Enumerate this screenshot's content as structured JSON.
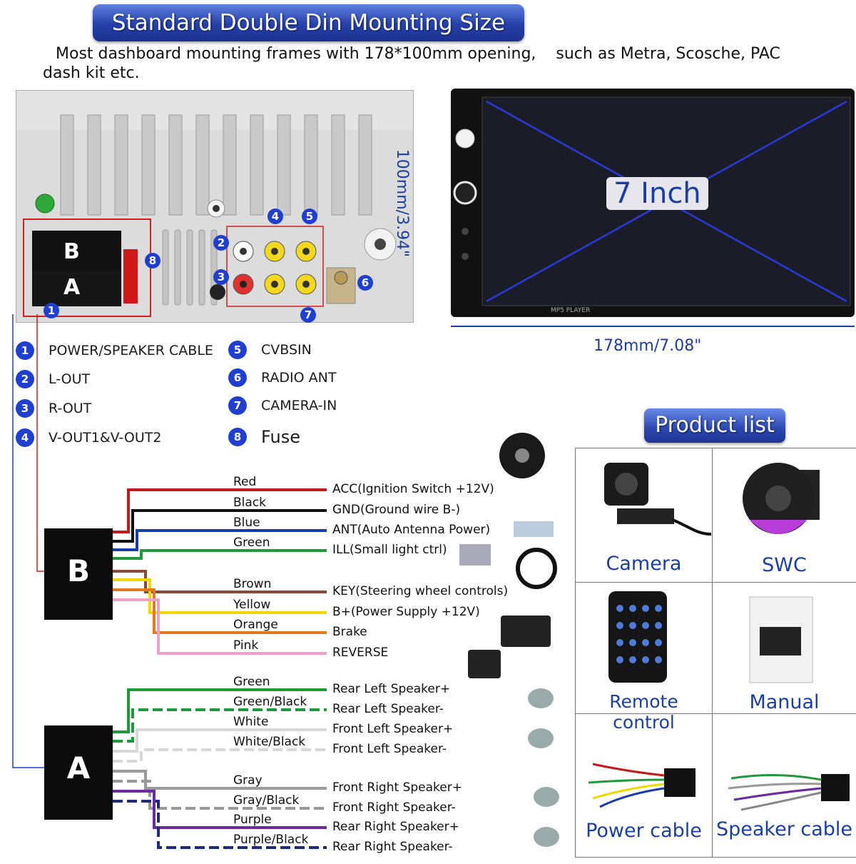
{
  "header": {
    "title": "Standard Double Din Mounting Size",
    "subtitle_line1": "Most dashboard mounting frames with 178*100mm opening,    such as Metra, Scosche, PAC",
    "subtitle_line2": "dash kit etc."
  },
  "panel": {
    "port_b": "B",
    "port_a": "A",
    "markers": [
      "1",
      "2",
      "3",
      "4",
      "5",
      "6",
      "7",
      "8"
    ]
  },
  "screen": {
    "size_label": "7 Inch",
    "height_label": "100mm/3.94\"",
    "width_label": "178mm/7.08\"",
    "bottom_text": "MP5 PLAYER"
  },
  "legend": [
    {
      "num": "1",
      "label": "POWER/SPEAKER CABLE"
    },
    {
      "num": "2",
      "label": "L-OUT"
    },
    {
      "num": "3",
      "label": "R-OUT"
    },
    {
      "num": "4",
      "label": "V-OUT1&V-OUT2"
    },
    {
      "num": "5",
      "label": "CVBSIN"
    },
    {
      "num": "6",
      "label": "RADIO ANT"
    },
    {
      "num": "7",
      "label": "CAMERA-IN"
    },
    {
      "num": "8",
      "label": "Fuse"
    }
  ],
  "wiring": {
    "connector_b": "B",
    "connector_a": "A",
    "b_wires": [
      {
        "color": "Red",
        "function": "ACC(Ignition Switch +12V)",
        "hex": "#c21a1a"
      },
      {
        "color": "Black",
        "function": "GND(Ground wire B-)",
        "hex": "#111111"
      },
      {
        "color": "Blue",
        "function": "ANT(Auto Antenna Power)",
        "hex": "#1a3aa8"
      },
      {
        "color": "Green",
        "function": "ILL(Small light ctrl)",
        "hex": "#1f9a3a"
      },
      {
        "color": "Brown",
        "function": "KEY(Steering wheel controls)",
        "hex": "#8a4a3a"
      },
      {
        "color": "Yellow",
        "function": "B+(Power Supply +12V)",
        "hex": "#f0d800"
      },
      {
        "color": "Orange",
        "function": "Brake",
        "hex": "#e07a1a"
      },
      {
        "color": "Pink",
        "function": "REVERSE",
        "hex": "#f0a0c8"
      }
    ],
    "a_wires": [
      {
        "color": "Green",
        "function": "Rear Left Speaker+",
        "hex": "#1f9a3a"
      },
      {
        "color": "Green/Black",
        "function": "Rear Left Speaker-",
        "hex": "#1f9a3a"
      },
      {
        "color": "White",
        "function": "Front Left Speaker+",
        "hex": "#e8e8e8"
      },
      {
        "color": "White/Black",
        "function": "Front Left Speaker-",
        "hex": "#e8e8e8"
      },
      {
        "color": "Gray",
        "function": "Front Right Speaker+",
        "hex": "#999999"
      },
      {
        "color": "Gray/Black",
        "function": "Front Right Speaker-",
        "hex": "#999999"
      },
      {
        "color": "Purple",
        "function": "Rear Right Speaker+",
        "hex": "#6a2aa0"
      },
      {
        "color": "Purple/Black",
        "function": "Rear Right Speaker-",
        "hex": "#1f2a7a"
      }
    ]
  },
  "product_list": {
    "title": "Product list",
    "items": [
      "Camera",
      "SWC",
      "Remote control",
      "Manual",
      "Power cable",
      "Speaker cable"
    ]
  },
  "colors": {
    "accent": "#1f3fd0",
    "banner": "#2540a8",
    "caption": "#1a3fa0",
    "marker_outline": "#d02020"
  }
}
